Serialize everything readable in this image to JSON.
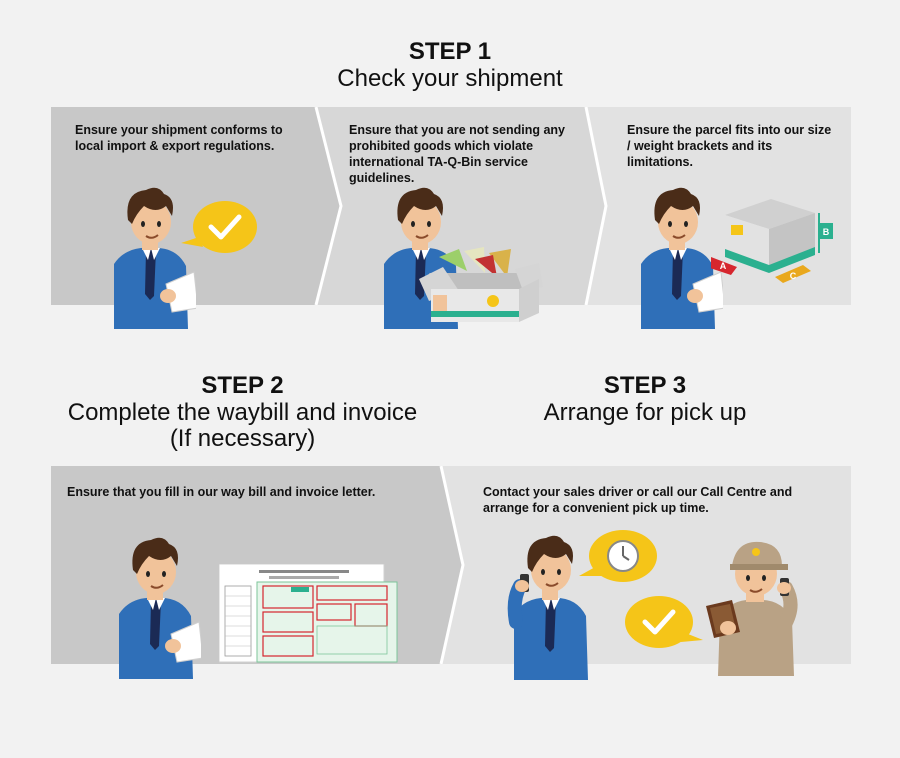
{
  "steps": [
    {
      "number": "STEP 1",
      "title": "Check your shipment",
      "panels": [
        {
          "text": "Ensure your shipment conforms to local import & export regulations."
        },
        {
          "text": "Ensure that you are not sending any prohibited goods which violate international TA-Q-Bin service guidelines."
        },
        {
          "text": "Ensure the parcel fits into our size / weight brackets and its limitations."
        }
      ]
    },
    {
      "number": "STEP 2",
      "title_line1": "Complete the waybill and invoice",
      "title_line2": "(If necessary)",
      "panels": [
        {
          "text": "Ensure that you fill in our way bill and invoice letter."
        }
      ]
    },
    {
      "number": "STEP 3",
      "title": "Arrange for pick up",
      "panels": [
        {
          "text": "Contact your sales driver or call our Call Centre and arrange for a convenient pick up time."
        }
      ]
    }
  ],
  "box_dimensions": {
    "a": "A",
    "b": "B",
    "c": "C"
  },
  "colors": {
    "panel_dark": "#c8c8c8",
    "panel_light": "#e0e0e0",
    "bubble_yellow": "#f5c518",
    "shirt_blue": "#2f6fb8",
    "tie_navy": "#1b2a55",
    "hair_brown": "#4a2c18",
    "skin": "#f1c39a",
    "teal": "#2bb08f",
    "red": "#d6262e",
    "amber": "#e9a81d"
  },
  "icons": [
    "check-icon",
    "clock-icon",
    "parcel-box-icon",
    "waybill-document-icon",
    "phone-icon",
    "clipboard-icon"
  ]
}
